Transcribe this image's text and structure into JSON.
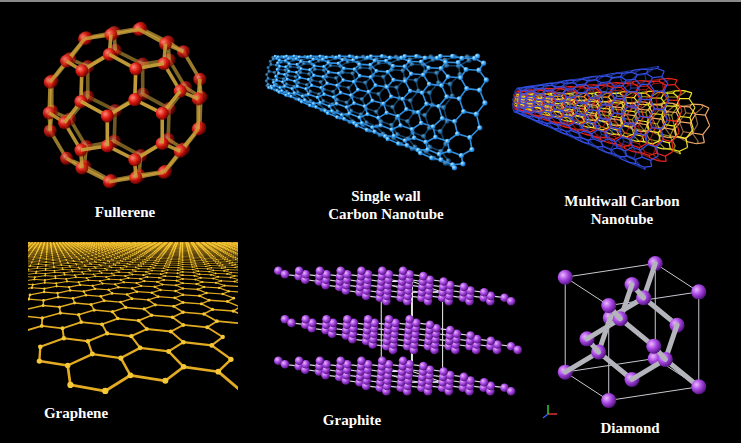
{
  "diagram": {
    "labels": [
      "Fullerene",
      "Single wall Carbon Nanotube",
      "Multiwall Carbon Nanotube",
      "Graphene",
      "Graphite",
      "Diamond"
    ]
  }
}
